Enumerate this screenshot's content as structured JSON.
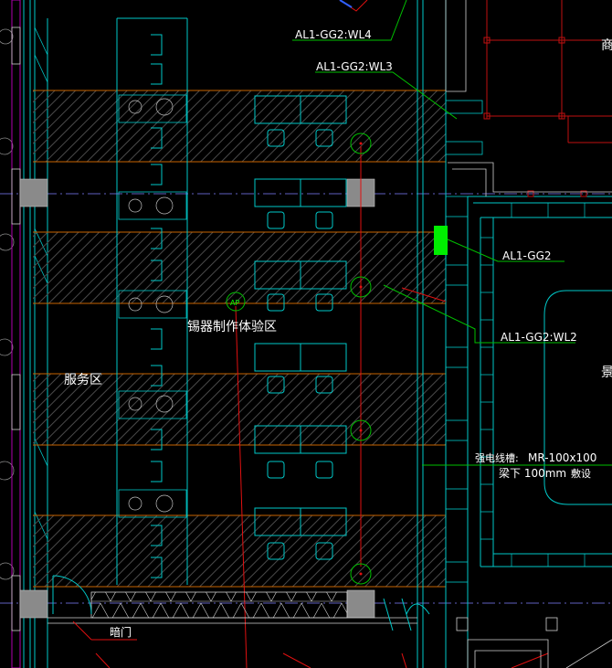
{
  "labels": {
    "al1_gg2_wl4": "AL1-GG2:WL4",
    "al1_gg2_wl3": "AL1-GG2:WL3",
    "al1_gg2": "AL1-GG2",
    "al1_gg2_wl2": "AL1-GG2:WL2",
    "ap": "AP",
    "tin_experience_zone": "锡器制作体验区",
    "service_zone": "服务区",
    "entrance": "暗门",
    "cable_tray_title": "强电线槽:",
    "cable_tray_spec": "MR-100x100",
    "cable_tray_install": "梁下 100mm",
    "cable_tray_method": "敷设",
    "edge_char_top": "商",
    "edge_char_mid": "景"
  },
  "colors": {
    "background": "#000000",
    "wall": "#00c8c8",
    "hatch": "#505050",
    "orange_line": "#c86400",
    "green_label": "#00ff00",
    "white_label": "#ffffff",
    "red_line": "#e01010",
    "column": "#909090",
    "magenta_grid": "#c80080"
  }
}
